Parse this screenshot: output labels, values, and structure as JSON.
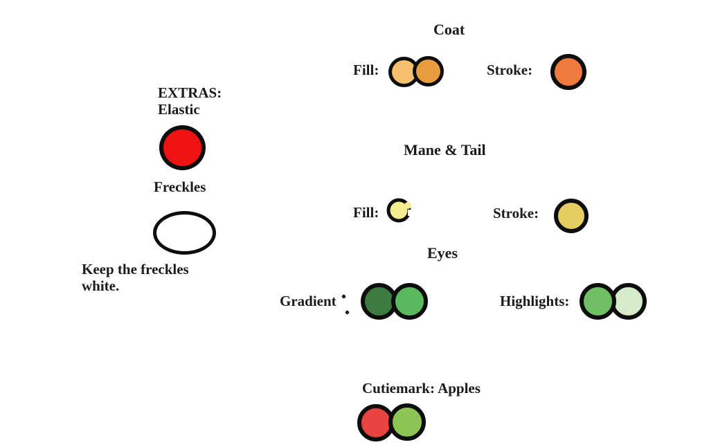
{
  "sheet": {
    "background": "#FFFFFF",
    "outline_color": "#0D0D0D"
  },
  "coat": {
    "title": "Coat",
    "fill_label": "Fill:",
    "stroke_label": "Stroke:",
    "fill_colors": [
      "#F6C06E",
      "#E99C3E"
    ],
    "stroke_color": "#EF7A3B"
  },
  "extras": {
    "title": "EXTRAS:",
    "item_label": "Elastic",
    "elastic_color": "#F01111",
    "freckles_label": "Freckles",
    "freckles_color": "#FFFFFF",
    "note_line1": "Keep the freckles",
    "note_line2": "white."
  },
  "mane_tail": {
    "title": "Mane & Tail",
    "fill_label": "Fill:",
    "stroke_label": "Stroke:",
    "fill_color": "#F5EC92",
    "stroke_color": "#E2CF60"
  },
  "eyes": {
    "title": "Eyes",
    "gradient_label": "Gradient",
    "highlights_label": "Highlights:",
    "gradient_colors": [
      "#3D7B40",
      "#5BB95D"
    ],
    "highlight_colors": [
      "#6FC062",
      "#D5EBCA"
    ]
  },
  "cutiemark": {
    "title": "Cutiemark: Apples",
    "colors": [
      "#E8433E",
      "#8CC553"
    ]
  }
}
